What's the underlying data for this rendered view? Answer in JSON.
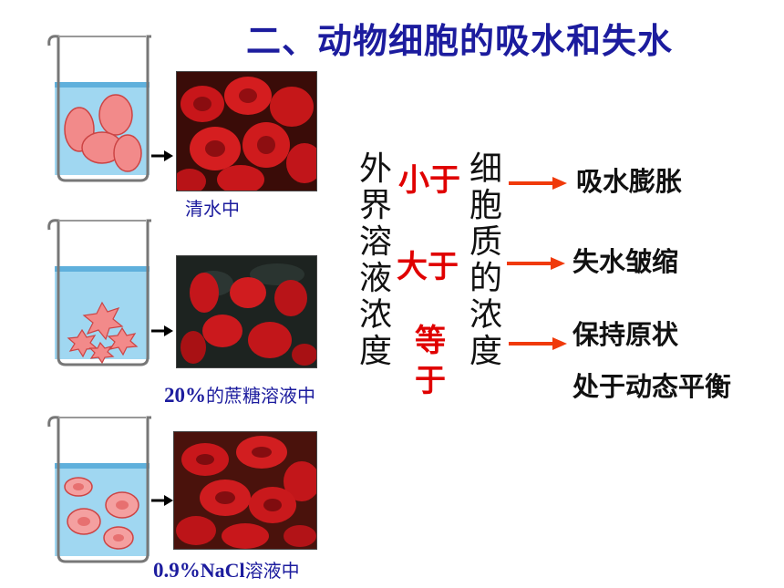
{
  "title": "二、动物细胞的吸水和失水",
  "panels": [
    {
      "caption_num": "",
      "caption_rest": "清水中",
      "state": "swollen"
    },
    {
      "caption_num": "20%",
      "caption_rest": "的蔗糖溶液中",
      "state": "shrunk"
    },
    {
      "caption_num": "0.9%",
      "caption_latin": "NaCl",
      "caption_rest": "溶液中",
      "state": "normal"
    }
  ],
  "left_column": [
    "外",
    "界",
    "溶",
    "液",
    "浓",
    "度"
  ],
  "right_column": [
    "细",
    "胞",
    "质",
    "的",
    "浓",
    "度"
  ],
  "comparisons": {
    "less": "小于",
    "greater": "大于",
    "equal_chars": [
      "等",
      "于"
    ]
  },
  "results": {
    "swell": "吸水膨胀",
    "shrink": "失水皱缩",
    "normal": "保持原状",
    "dynamic": "处于动态平衡"
  },
  "colors": {
    "title": "#1c1c9e",
    "caption": "#1c1c9e",
    "emphasis": "#e00000",
    "arrow": "#f03a0a",
    "water": "#8fd0ef",
    "cell": "#d91a1a"
  }
}
